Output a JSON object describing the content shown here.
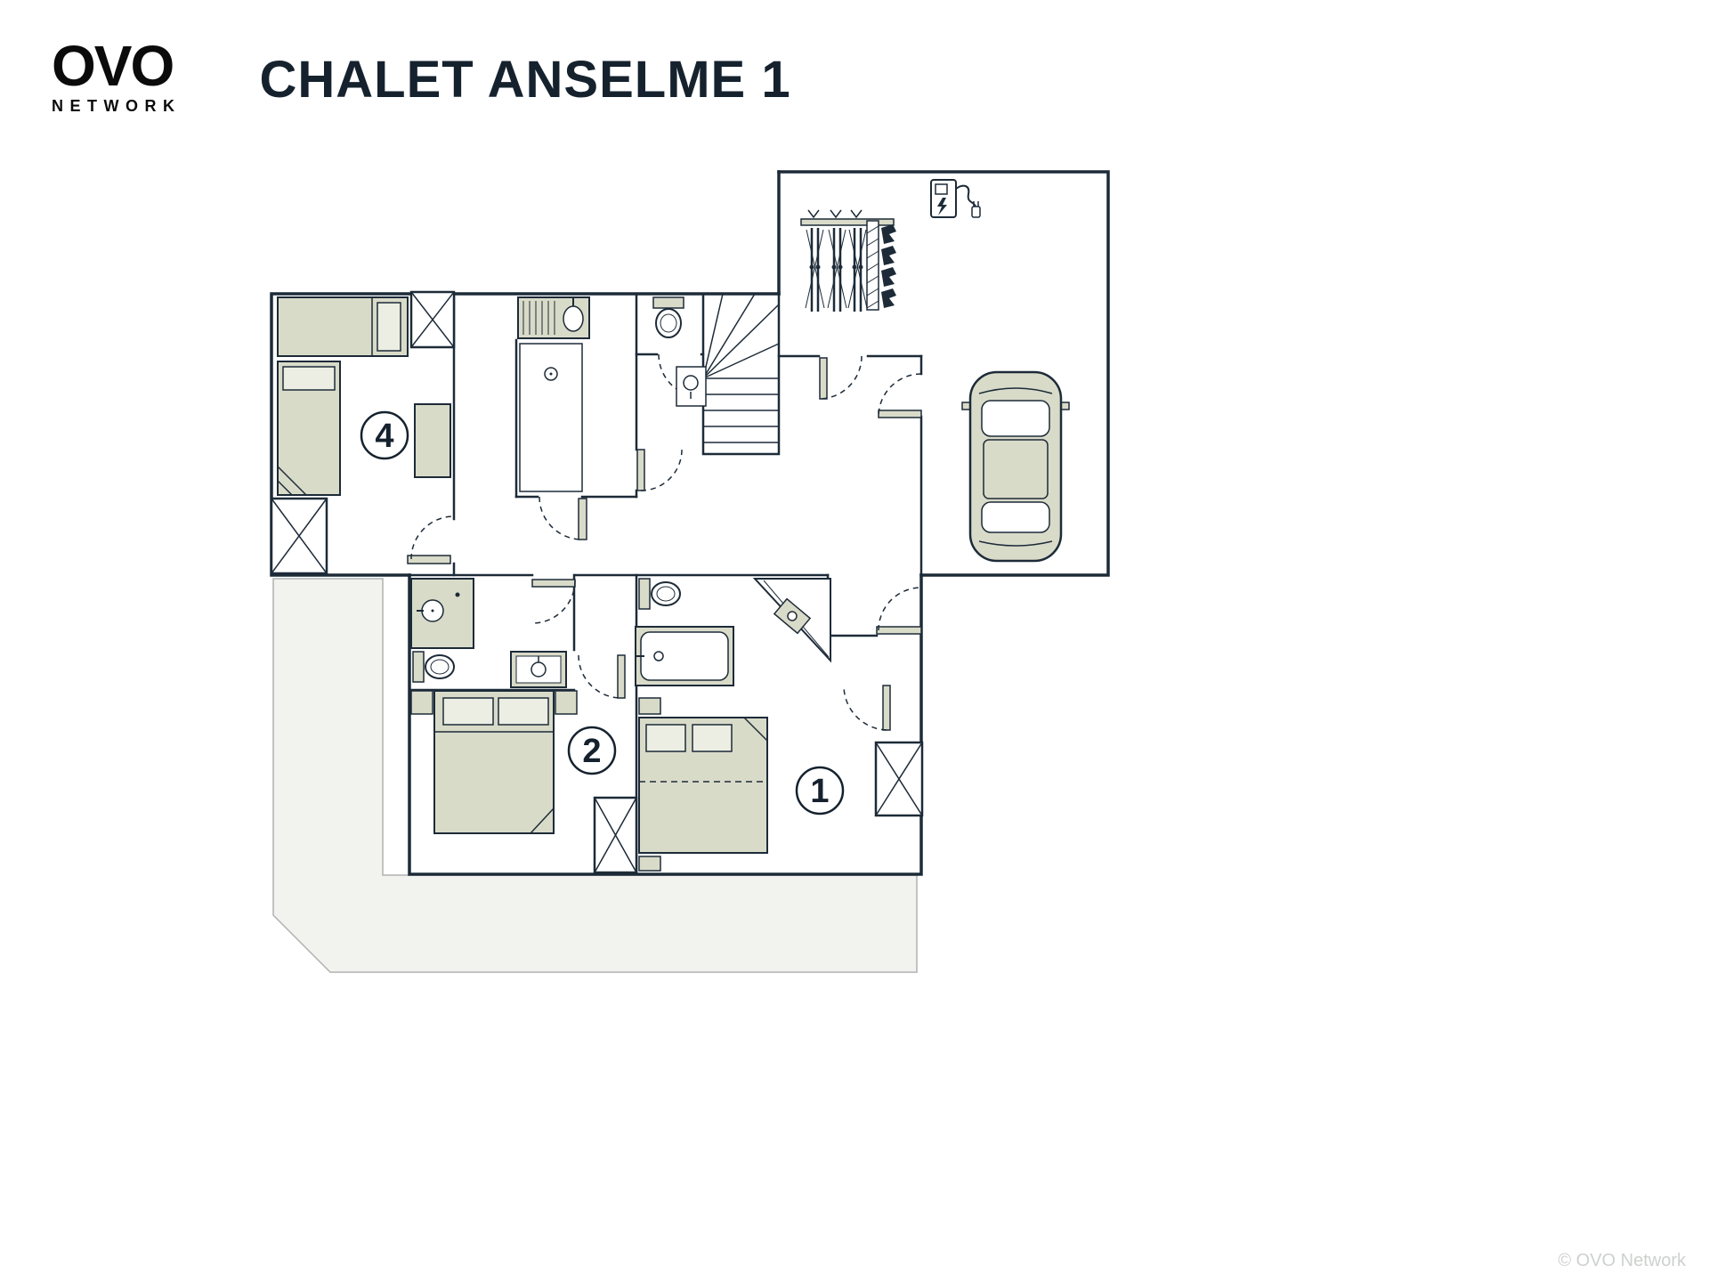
{
  "header": {
    "logo_primary": "OVO",
    "logo_secondary": "NETWORK",
    "title": "CHALET ANSELME 1"
  },
  "floorplan": {
    "room_labels": {
      "bedroom4": "4",
      "bedroom2": "2",
      "bedroom1": "1"
    },
    "icons": [
      "single-bed",
      "double-bed",
      "wardrobe",
      "desk",
      "toilet",
      "sink",
      "vanity",
      "shower",
      "bathtub",
      "staircase",
      "door-swing",
      "ski-rack",
      "ski-boots",
      "boot-rack",
      "ev-charger",
      "car",
      "terrace"
    ]
  },
  "footer": {
    "copyright": "© OVO Network"
  },
  "colors": {
    "line_navy": "#1d2b38",
    "furniture_beige": "#d9dbc9",
    "pillow_beige": "#eceee3",
    "terrace_grey": "#f2f2ef",
    "title_dark": "#15222e",
    "copyright_grey": "#cdd1ce",
    "logo_black": "#0b0b0b"
  }
}
